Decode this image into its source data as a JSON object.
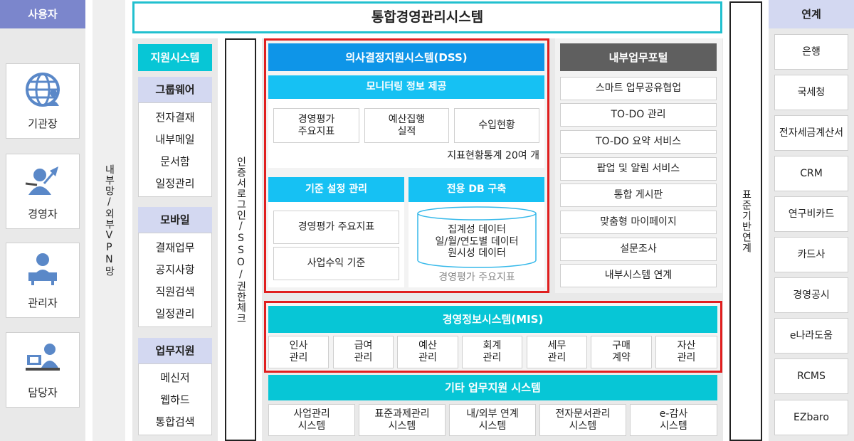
{
  "title": "통합경영관리시스템",
  "users": {
    "header": "사용자",
    "items": [
      "기관장",
      "경영자",
      "관리자",
      "담당자"
    ]
  },
  "network": "내부망/외부VPN망",
  "support": {
    "header": "지원시스템",
    "groups": [
      {
        "title": "그룹웨어",
        "items": [
          "전자결재",
          "내부메일",
          "문서함",
          "일정관리"
        ]
      },
      {
        "title": "모바일",
        "items": [
          "결재업무",
          "공지사항",
          "직원검색",
          "일정관리"
        ]
      },
      {
        "title": "업무지원",
        "items": [
          "메신저",
          "웹하드",
          "통합검색"
        ]
      }
    ]
  },
  "auth": "인증서로그인/SSO/권한체크",
  "dss": {
    "title": "의사결정지원시스템(DSS)",
    "monitoring": {
      "title": "모니터링 정보 제공",
      "items": [
        "경영평가\n주요지표",
        "예산집행\n실적",
        "수입현황"
      ],
      "note": "지표현황통계 20여 개"
    },
    "criteria": {
      "title": "기준 설정 관리",
      "items": [
        "경영평가 주요지표",
        "사업수익 기준"
      ]
    },
    "db": {
      "title": "전용 DB 구축",
      "text": "집계성 데이터\n일/월/연도별 데이터\n원시성 데이터",
      "note": "경영평가 주요지표"
    }
  },
  "portal": {
    "title": "내부업무포털",
    "items": [
      "스마트 업무공유협업",
      "TO-DO 관리",
      "TO-DO 요약 서비스",
      "팝업 및 알림 서비스",
      "통합 게시판",
      "맞춤형 마이페이지",
      "설문조사",
      "내부시스템 연계"
    ]
  },
  "mis": {
    "title": "경영정보시스템(MIS)",
    "items": [
      "인사\n관리",
      "급여\n관리",
      "예산\n관리",
      "회계\n관리",
      "세무\n관리",
      "구매\n계약",
      "자산\n관리"
    ]
  },
  "etc": {
    "title": "기타 업무지원 시스템",
    "items": [
      "사업관리\n시스템",
      "표준과제관리\n시스템",
      "내/외부 연계\n시스템",
      "전자문서관리\n시스템",
      "e-감사\n시스템"
    ]
  },
  "standard": "표준기반연계",
  "links": {
    "header": "연계",
    "items": [
      "은행",
      "국세청",
      "전자세금계산서",
      "CRM",
      "연구비카드",
      "카드사",
      "경영공시",
      "e나라도움",
      "RCMS",
      "EZbaro"
    ]
  },
  "icons": [
    "globe-person-icon",
    "executive-icon",
    "manager-icon",
    "staff-icon"
  ],
  "colors": {
    "cyan": "#07c6d6",
    "sky": "#16c1f3",
    "blue": "#0e95e8",
    "lavender": "#d3d8f1",
    "users_header": "#7b86cc",
    "red": "#e01f1f",
    "portal_header": "#5f5f5f"
  }
}
